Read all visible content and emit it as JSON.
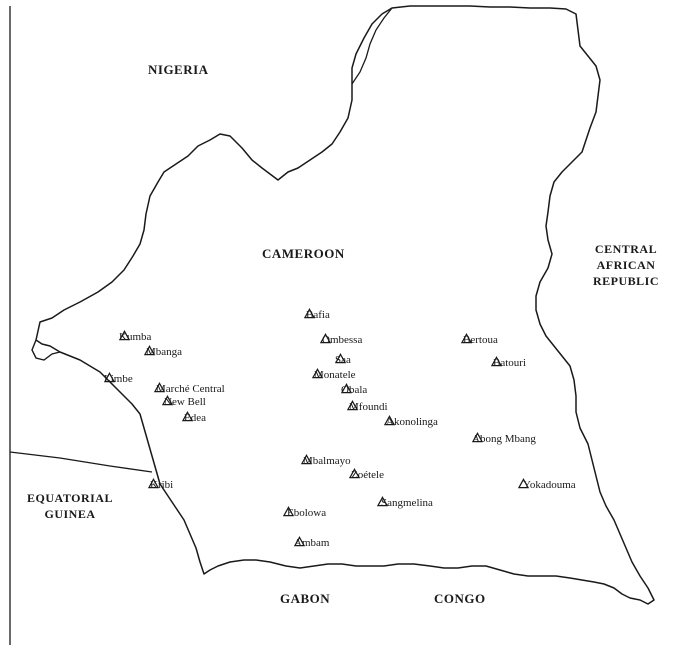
{
  "map": {
    "country_labels": {
      "nigeria": [
        "NIGERIA"
      ],
      "cameroon": [
        "CAMEROON"
      ],
      "car": [
        "CENTRAL",
        "AFRICAN",
        "REPUBLIC"
      ],
      "eq_guinea": [
        "EQUATORIAL",
        "GUINEA"
      ],
      "gabon": [
        "GABON"
      ],
      "congo": [
        "CONGO"
      ]
    },
    "sites": [
      {
        "id": "bafia",
        "name": "Bafia"
      },
      {
        "id": "kumba",
        "name": "Kumba"
      },
      {
        "id": "mbanga",
        "name": "Mbanga"
      },
      {
        "id": "ombessa",
        "name": "Ombessa"
      },
      {
        "id": "bertoua",
        "name": "Bertoua"
      },
      {
        "id": "saa",
        "name": "Saa"
      },
      {
        "id": "batouri",
        "name": "Batouri"
      },
      {
        "id": "limbe",
        "name": "Limbe"
      },
      {
        "id": "monatele",
        "name": "Monatele"
      },
      {
        "id": "marche-central",
        "name": "Marché Central"
      },
      {
        "id": "obala",
        "name": "Obala"
      },
      {
        "id": "new-bell",
        "name": "New Bell"
      },
      {
        "id": "mfoundi",
        "name": "Mfoundi"
      },
      {
        "id": "edea",
        "name": "Edea"
      },
      {
        "id": "akonolinga",
        "name": "Akonolinga"
      },
      {
        "id": "abong-mbang",
        "name": "Abong Mbang"
      },
      {
        "id": "mbalmayo",
        "name": "Mbalmayo"
      },
      {
        "id": "zoetele",
        "name": "Zoétele"
      },
      {
        "id": "kribi",
        "name": "Kribi"
      },
      {
        "id": "yokadouma",
        "name": "Yokadouma"
      },
      {
        "id": "sangmelina",
        "name": "Sangmelina"
      },
      {
        "id": "ebolowa",
        "name": "Ebolowa"
      },
      {
        "id": "ambam",
        "name": "Ambam"
      }
    ],
    "colors": {
      "ink": "#1a1a1a",
      "paper": "#ffffff"
    },
    "marker_icon": "triangle-outline-icon"
  }
}
